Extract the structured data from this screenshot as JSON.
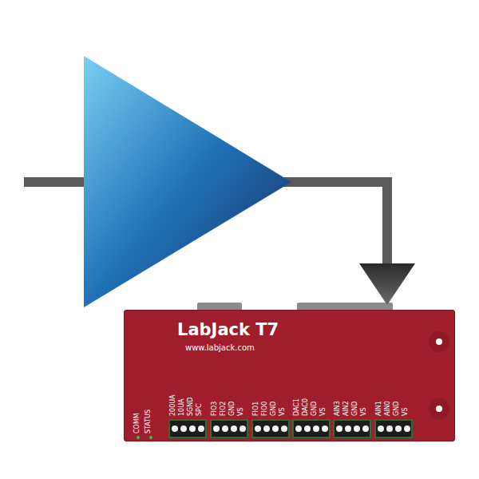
{
  "diagram": {
    "nodes": [
      {
        "text": [
          "LabJack T7",
          "www.labjack.com"
        ]
      }
    ],
    "labels": [
      "200UA",
      "10UA",
      "SGND",
      "SPC",
      "FIO3",
      "FIO2",
      "GND",
      "VS",
      "FIO1",
      "FIO0",
      "GND",
      "VS",
      "DAC1",
      "DAC0",
      "GND",
      "VS",
      "AIN3",
      "AIN2",
      "GND",
      "VS",
      "AIN1",
      "AIN0",
      "GND",
      "VS",
      "COMM",
      "STATUS"
    ]
  }
}
